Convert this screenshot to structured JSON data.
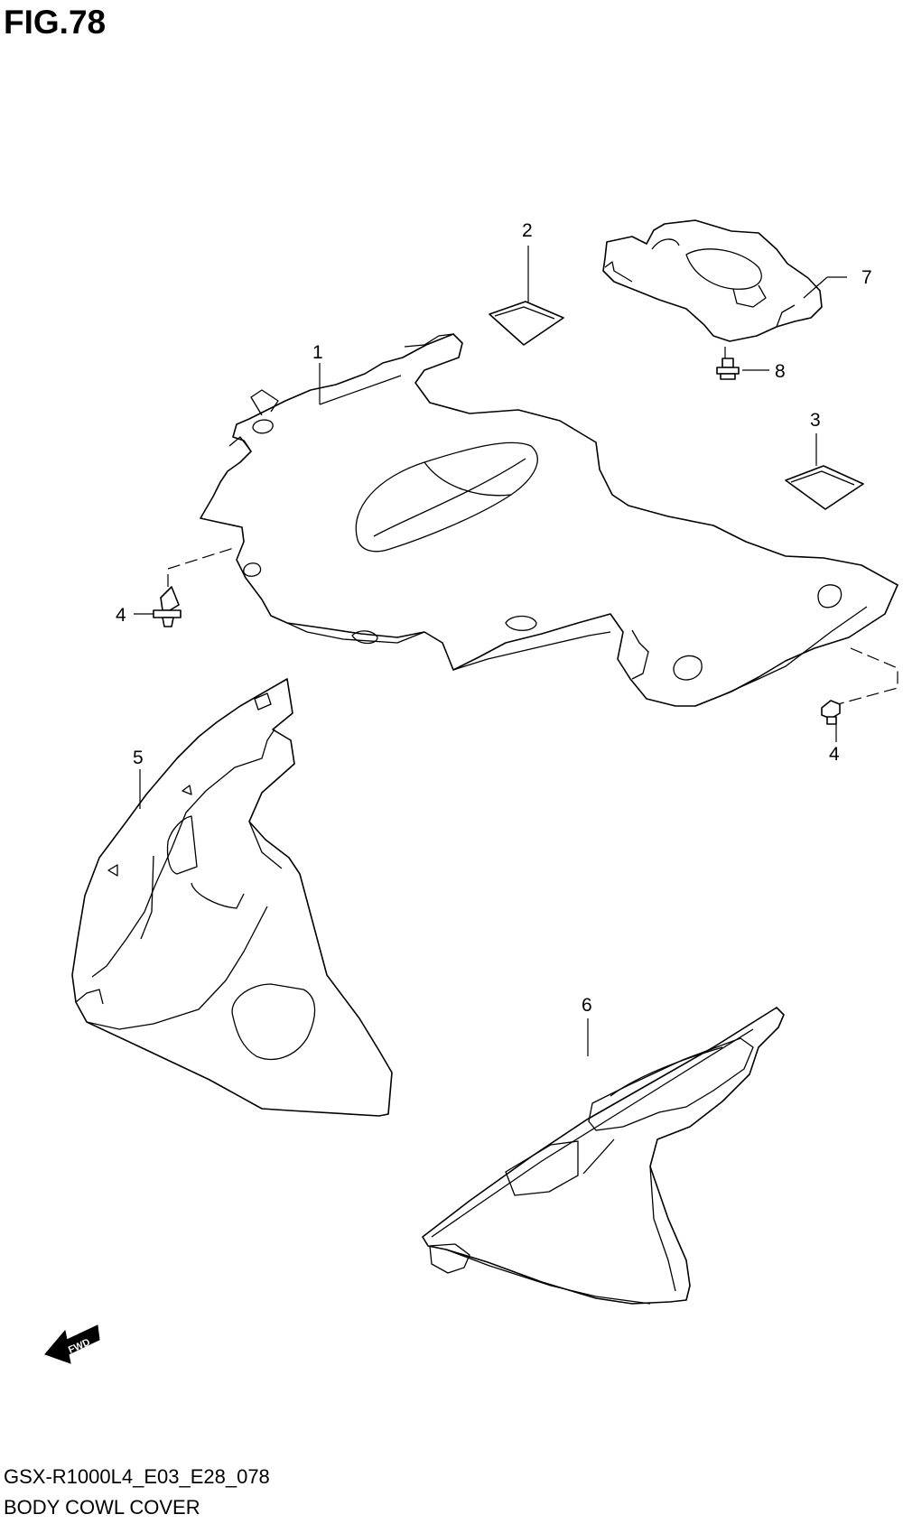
{
  "figure": {
    "title": "FIG.78",
    "model_code": "GSX-R1000L4_E03_E28_078",
    "name": "BODY COWL COVER"
  },
  "callouts": [
    {
      "id": "1",
      "label": "1"
    },
    {
      "id": "2",
      "label": "2"
    },
    {
      "id": "3",
      "label": "3"
    },
    {
      "id": "4a",
      "label": "4"
    },
    {
      "id": "4b",
      "label": "4"
    },
    {
      "id": "5",
      "label": "5"
    },
    {
      "id": "6",
      "label": "6"
    },
    {
      "id": "7",
      "label": "7"
    },
    {
      "id": "8",
      "label": "8"
    }
  ],
  "fwd_marker": {
    "label": "FWD"
  }
}
